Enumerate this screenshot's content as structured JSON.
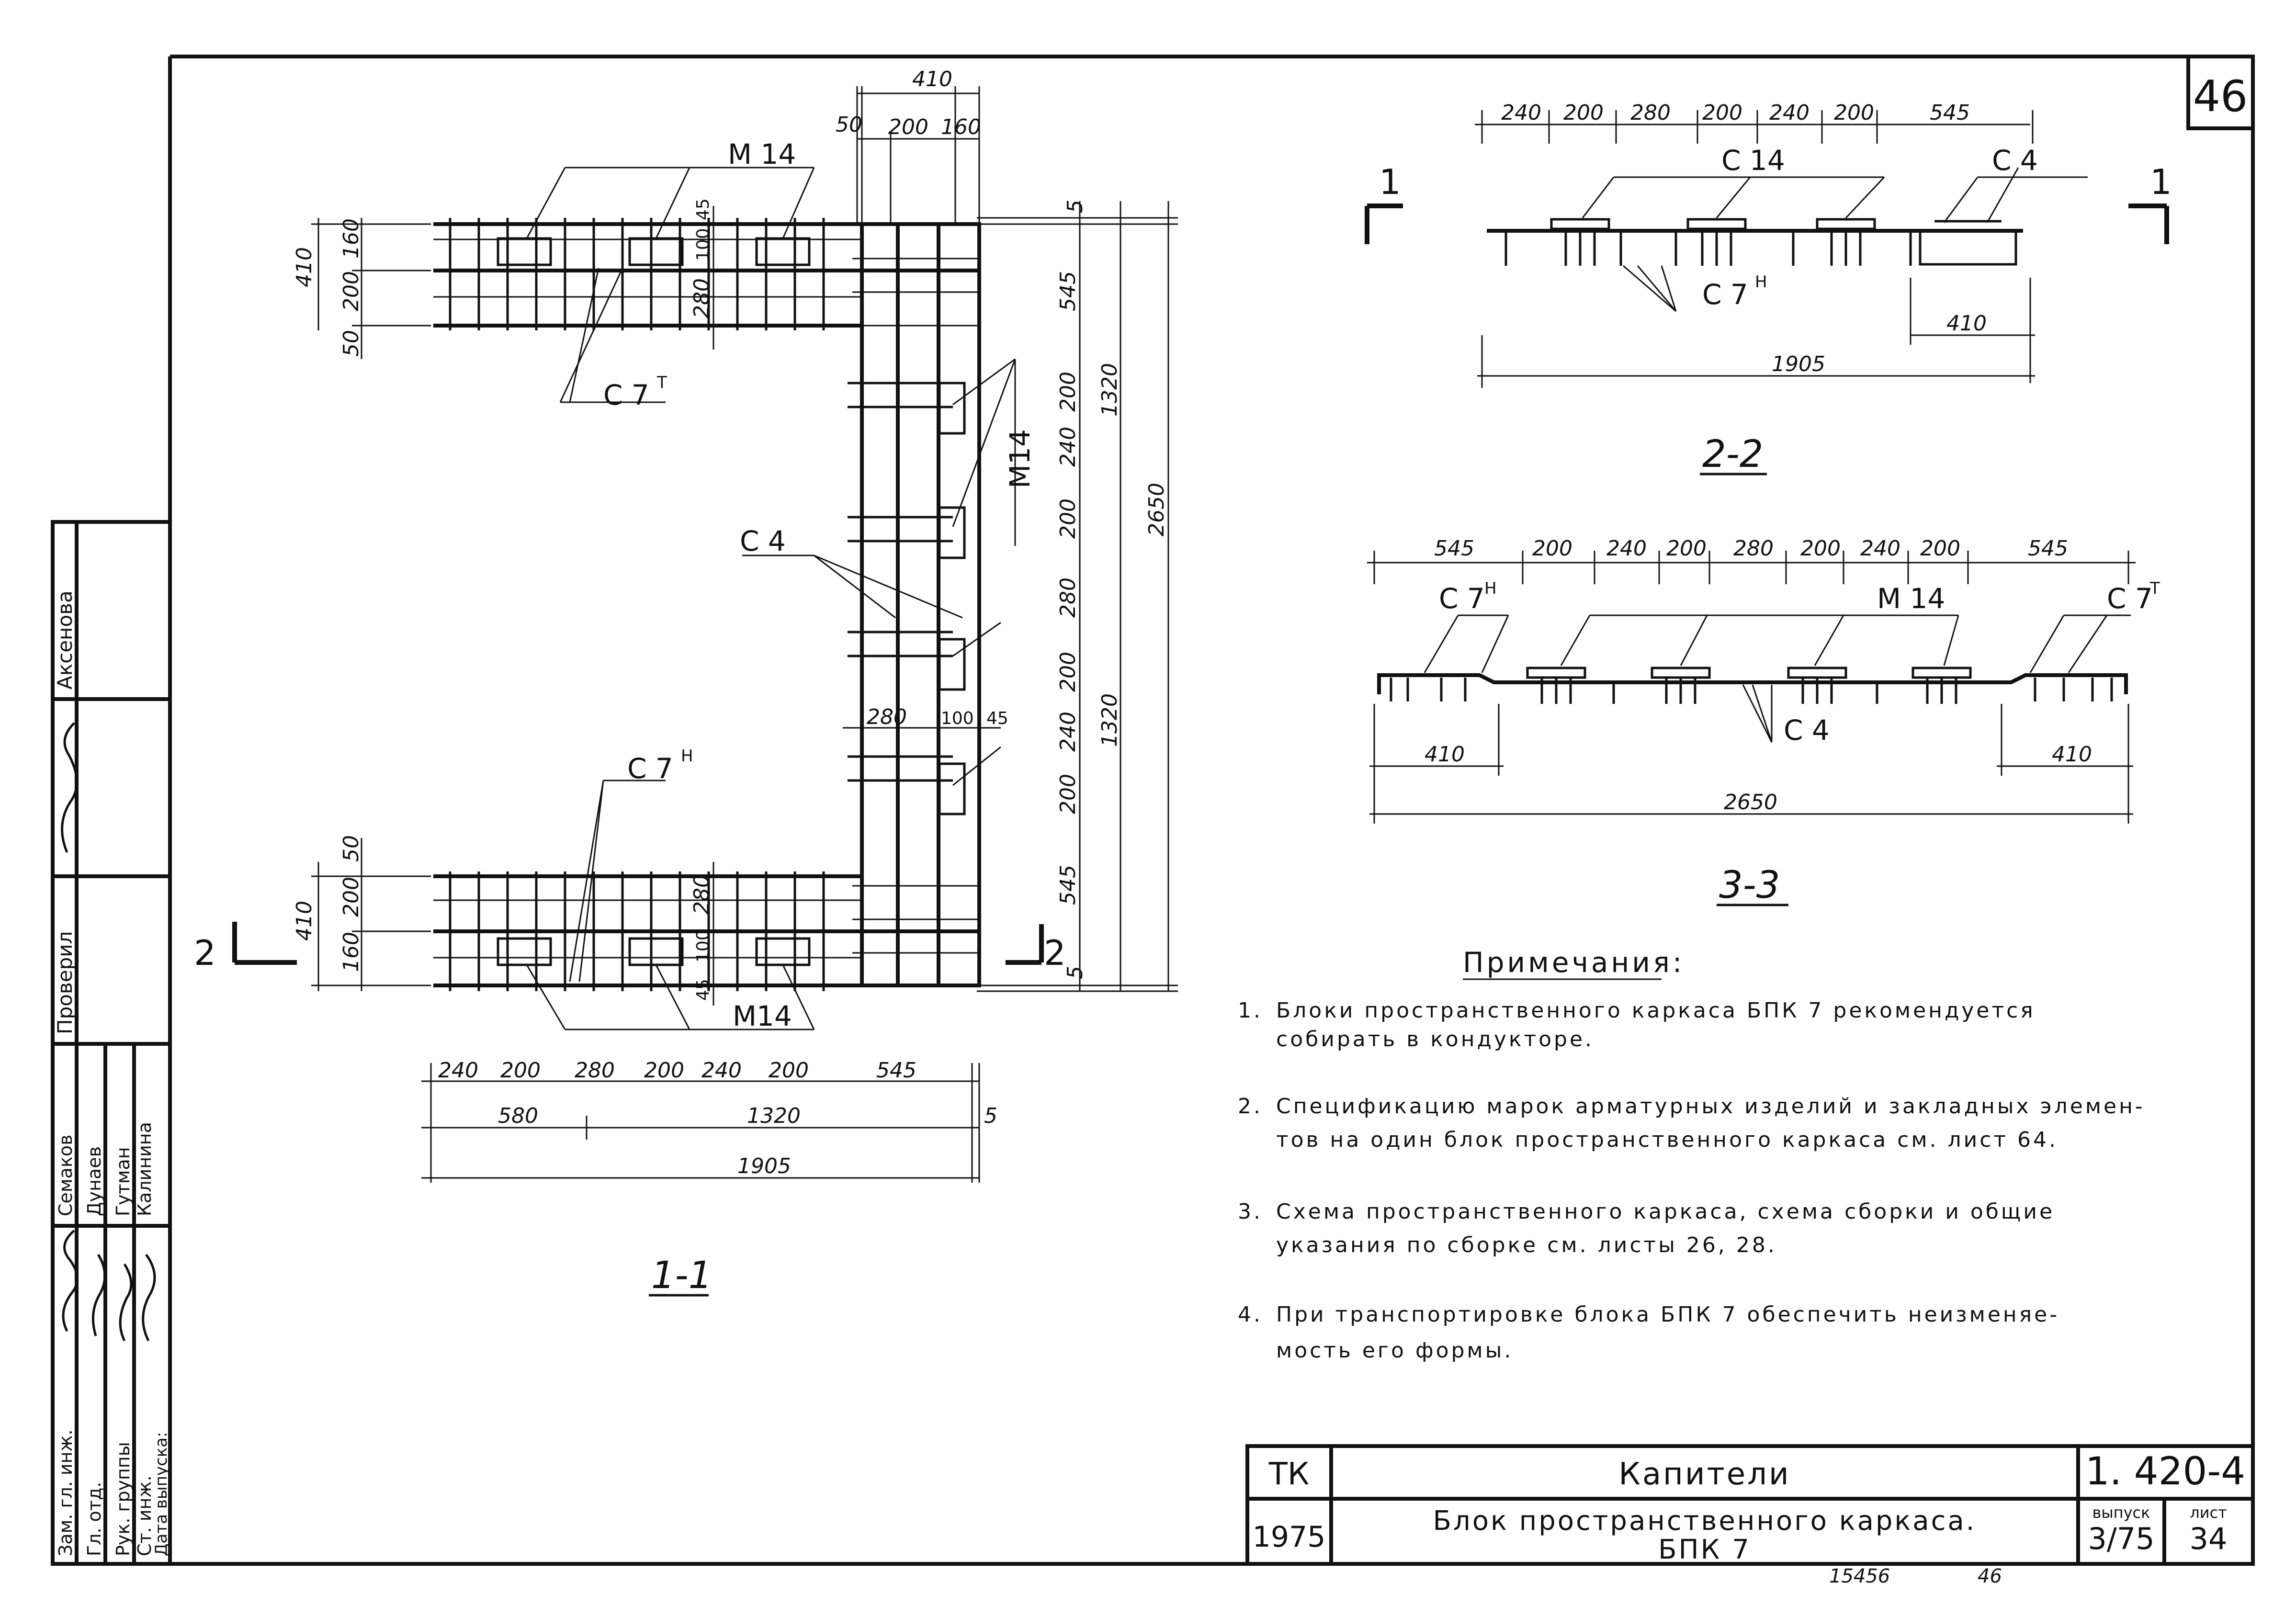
{
  "sheet_number": "46",
  "drawing_1": {
    "section_label": "1-1",
    "labels": {
      "m14": "M 14",
      "m14_vertical": "M14",
      "m14_bottom": "M14",
      "c7t": "C 7",
      "c7t_sup": "T",
      "c7h": "C 7",
      "c7h_sup": "H",
      "c4": "C 4"
    },
    "cut_marks": {
      "left": "2",
      "right": "2"
    },
    "dims_top": {
      "d410": "410",
      "d50": "50",
      "d200": "200",
      "d160": "160"
    },
    "dims_left_top": {
      "d410": "410",
      "d160": "160",
      "d200": "200",
      "d50": "50"
    },
    "dims_left_bottom": {
      "d50": "50",
      "d410": "410",
      "d200": "200",
      "d160": "160"
    },
    "dims_inner_top": {
      "d45": "45",
      "d100": "100",
      "d280": "280"
    },
    "dims_inner_bottom": {
      "d280": "280",
      "d100": "100",
      "d45": "45"
    },
    "dims_inner_mid": {
      "d280": "280",
      "d100": "100",
      "d45": "45"
    },
    "dims_right": [
      "5",
      "545",
      "200",
      "240",
      "200",
      "280",
      "200",
      "240",
      "200",
      "545",
      "5"
    ],
    "dims_right_totals": {
      "d1320a": "1320",
      "d1320b": "1320",
      "d2650": "2650"
    },
    "dims_bottom_row": [
      "240",
      "200",
      "280",
      "200",
      "240",
      "200",
      "545"
    ],
    "dims_bottom_mid": {
      "d580": "580",
      "d1320": "1320",
      "d5": "5"
    },
    "dims_bottom_total": "1905"
  },
  "drawing_2": {
    "section_label": "2-2",
    "cut_marks": {
      "left": "1",
      "right": "1"
    },
    "dims_top": [
      "240",
      "200",
      "280",
      "200",
      "240",
      "200",
      "545"
    ],
    "labels": {
      "c14": "C 14",
      "c4": "C 4",
      "c7h": "C 7",
      "c7h_sup": "H"
    },
    "dim_410": "410",
    "dim_total": "1905"
  },
  "drawing_3": {
    "section_label": "3-3",
    "dims_top": [
      "545",
      "200",
      "240",
      "200",
      "280",
      "200",
      "240",
      "200",
      "545"
    ],
    "labels": {
      "c7h": "C 7",
      "c7h_sup": "H",
      "m14": "M 14",
      "c7t": "C 7",
      "c7t_sup": "T",
      "c4": "C 4"
    },
    "dim_410_left": "410",
    "dim_410_right": "410",
    "dim_total": "2650"
  },
  "notes": {
    "title": "Примечания:",
    "items": [
      {
        "num": "1.",
        "lines": [
          "Блоки   пространственного      каркаса  БПК 7    рекомендуется",
          "собирать     в  кондукторе."
        ]
      },
      {
        "num": "2.",
        "lines": [
          "Спецификацию   марок  арматурных   изделий  и  закладных элемен-",
          "тов  на  один  блок   пространственного   каркаса  см.  лист   64."
        ]
      },
      {
        "num": "3.",
        "lines": [
          "Схема  пространственного     каркаса,   схема   сборки  и    общие",
          "указания      по     сборке    см.  листы  26,  28."
        ]
      },
      {
        "num": "4.",
        "lines": [
          "При  транспортировке     блока    БПК 7   обеспечить   неизменяе-",
          "мость    его      формы."
        ]
      }
    ]
  },
  "title_block": {
    "org": "ТК",
    "year": "1975",
    "name": "Капители",
    "subtitle_1": "Блок   пространственного   каркаса.",
    "subtitle_2": "БПК 7",
    "series": "1. 420-4",
    "vypusk_label": "выпуск",
    "vypusk_value": "3/75",
    "list_label": "лист",
    "list_value": "34",
    "footer_1": "15456",
    "footer_2": "46"
  },
  "stamp": {
    "roles": [
      "Зам. гл. инж.",
      "Гл. отд.",
      "Рук. группы",
      "Ст. инж.",
      "Дата выпуска:"
    ],
    "names": [
      "Семаков",
      "Дунаев",
      "Гутман",
      "Калинина"
    ],
    "extra_roles": [
      "Проверил",
      "Аксенова"
    ]
  }
}
